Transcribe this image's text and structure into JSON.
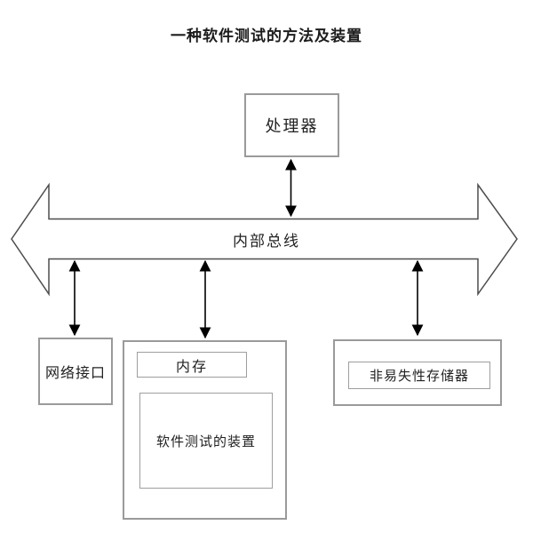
{
  "title": "一种软件测试的方法及装置",
  "diagram": {
    "bus_label": "内部总线",
    "nodes": {
      "processor": "处理器",
      "network_interface": "网络接口",
      "memory": "内存",
      "software_test_device": "软件测试的装置",
      "nonvolatile_memory": "非易失性存储器"
    }
  },
  "colors": {
    "background": "#ffffff",
    "box_border": "#9a9a9a",
    "bus_outline": "#4d4d4d",
    "arrow": "#000000",
    "text": "#1a1a1a"
  }
}
